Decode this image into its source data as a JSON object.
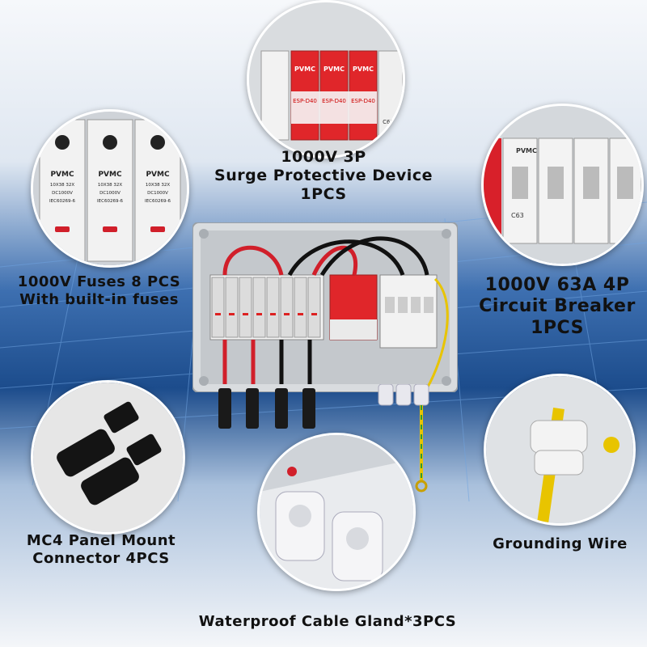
{
  "labels": {
    "spd": {
      "line1": "1000V 3P",
      "line2": "Surge Protective Device",
      "line3": "1PCS"
    },
    "fuses": {
      "line1": "1000V Fuses   8 PCS",
      "line2": "With built-in fuses"
    },
    "breaker": {
      "line1": "1000V 63A 4P",
      "line2": "Circuit Breaker",
      "line3": "1PCS"
    },
    "mc4": {
      "line1": "MC4  Panel Mount",
      "line2": "Connector    4PCS"
    },
    "ground": {
      "line1": "Grounding Wire"
    },
    "gland": {
      "line1": "Waterproof Cable Gland*3PCS"
    }
  },
  "device_text": {
    "brand": "PVMC",
    "fuse_rating": "10X38 32X",
    "fuse_dc": "DC1000V",
    "fuse_std": "IEC60269-6",
    "spd_model": "ESP-D40",
    "breaker_model": "C63"
  },
  "colors": {
    "spd_red": "#e0262a",
    "breaker_red": "#d8202a",
    "cable_red": "#d11f2a",
    "ground_yellow": "#e8c400",
    "background_blue": "#1c4c8c"
  }
}
